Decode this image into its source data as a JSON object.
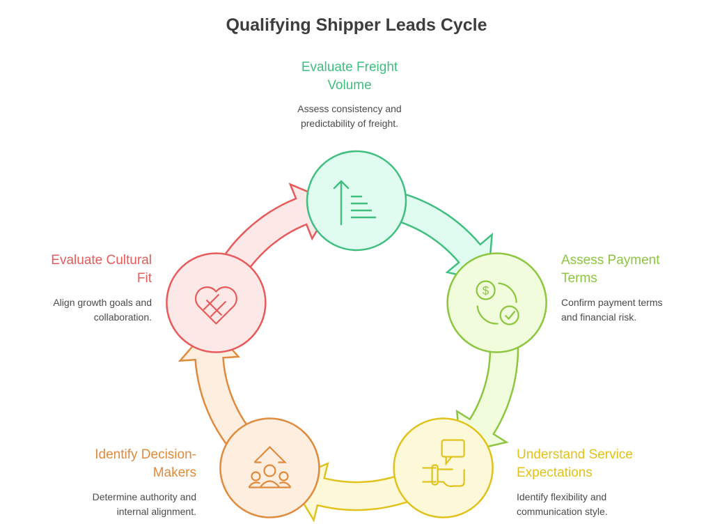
{
  "title": "Qualifying Shipper Leads Cycle",
  "steps": [
    {
      "id": "green",
      "title": "Evaluate Freight Volume",
      "title_lines": [
        "Evaluate Freight",
        "Volume"
      ],
      "description": "Assess consistency and predictability of freight.",
      "icon": "bar-chart-growth-icon",
      "stroke": "#3fbf7f",
      "fill": "#e0fbef"
    },
    {
      "id": "lime",
      "title": "Assess Payment Terms",
      "title_lines": [
        "Assess Payment",
        "Terms"
      ],
      "description": "Confirm payment terms and financial risk.",
      "icon": "payment-check-icon",
      "stroke": "#8cc63f",
      "fill": "#f0fcdc"
    },
    {
      "id": "yellow",
      "title": "Understand Service Expectations",
      "title_lines": [
        "Understand Service",
        "Expectations"
      ],
      "description": "Identify flexibility and communication style.",
      "icon": "handshake-chat-icon",
      "stroke": "#e0c21b",
      "fill": "#fdf8d8"
    },
    {
      "id": "orange",
      "title": "Identify Decision-Makers",
      "title_lines": [
        "Identify Decision-",
        "Makers"
      ],
      "description": "Determine authority and internal alignment.",
      "icon": "team-leader-icon",
      "stroke": "#e08a3c",
      "fill": "#fdeee0"
    },
    {
      "id": "pink",
      "title": "Evaluate Cultural Fit",
      "title_lines": [
        "Evaluate Cultural",
        "Fit"
      ],
      "description": "Align growth goals and collaboration.",
      "icon": "woven-heart-icon",
      "stroke": "#e85a5a",
      "fill": "#fde8e8"
    }
  ],
  "labels": {
    "green": {
      "line1": "Evaluate Freight",
      "line2": "Volume",
      "desc1": "Assess consistency and",
      "desc2": "predictability of freight."
    },
    "lime": {
      "line1": "Assess Payment",
      "line2": "Terms",
      "desc1": "Confirm payment terms",
      "desc2": "and financial risk."
    },
    "yellow": {
      "line1": "Understand Service",
      "line2": "Expectations",
      "desc1": "Identify flexibility and",
      "desc2": "communication style."
    },
    "orange": {
      "line1": "Identify Decision-",
      "line2": "Makers",
      "desc1": "Determine authority and",
      "desc2": "internal alignment."
    },
    "pink": {
      "line1": "Evaluate Cultural",
      "line2": "Fit",
      "desc1": "Align growth goals and",
      "desc2": "collaboration."
    }
  }
}
